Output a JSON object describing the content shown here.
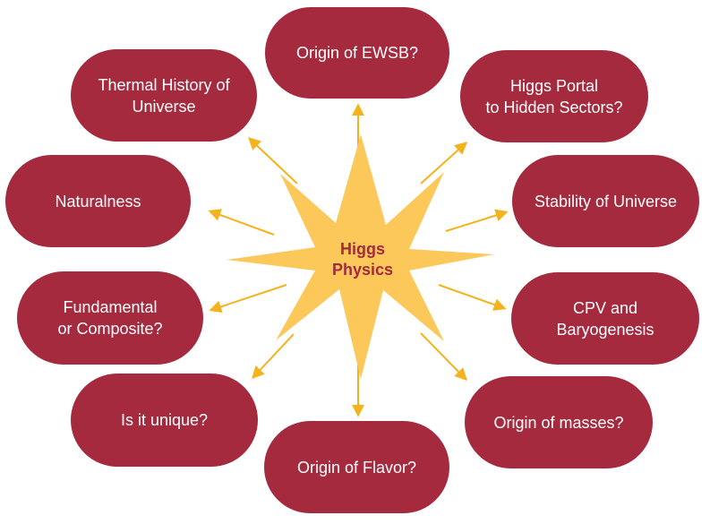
{
  "center": {
    "label": "Higgs\nPhysics"
  },
  "topics": [
    {
      "label": "Origin of EWSB?"
    },
    {
      "label": "Higgs Portal\nto Hidden Sectors?"
    },
    {
      "label": "Stability of Universe"
    },
    {
      "label": "CPV and\nBaryogenesis"
    },
    {
      "label": "Origin of masses?"
    },
    {
      "label": "Origin of Flavor?"
    },
    {
      "label": "Is it unique?"
    },
    {
      "label": "Fundamental\nor Composite?"
    },
    {
      "label": "Naturalness"
    },
    {
      "label": "Thermal History of\nUniverse"
    }
  ],
  "colors": {
    "node_fill": "#a52a3e",
    "node_text": "#ffffff",
    "star_fill": "#fcc85a",
    "arrow": "#f4b31c",
    "center_text": "#a52a3e"
  }
}
